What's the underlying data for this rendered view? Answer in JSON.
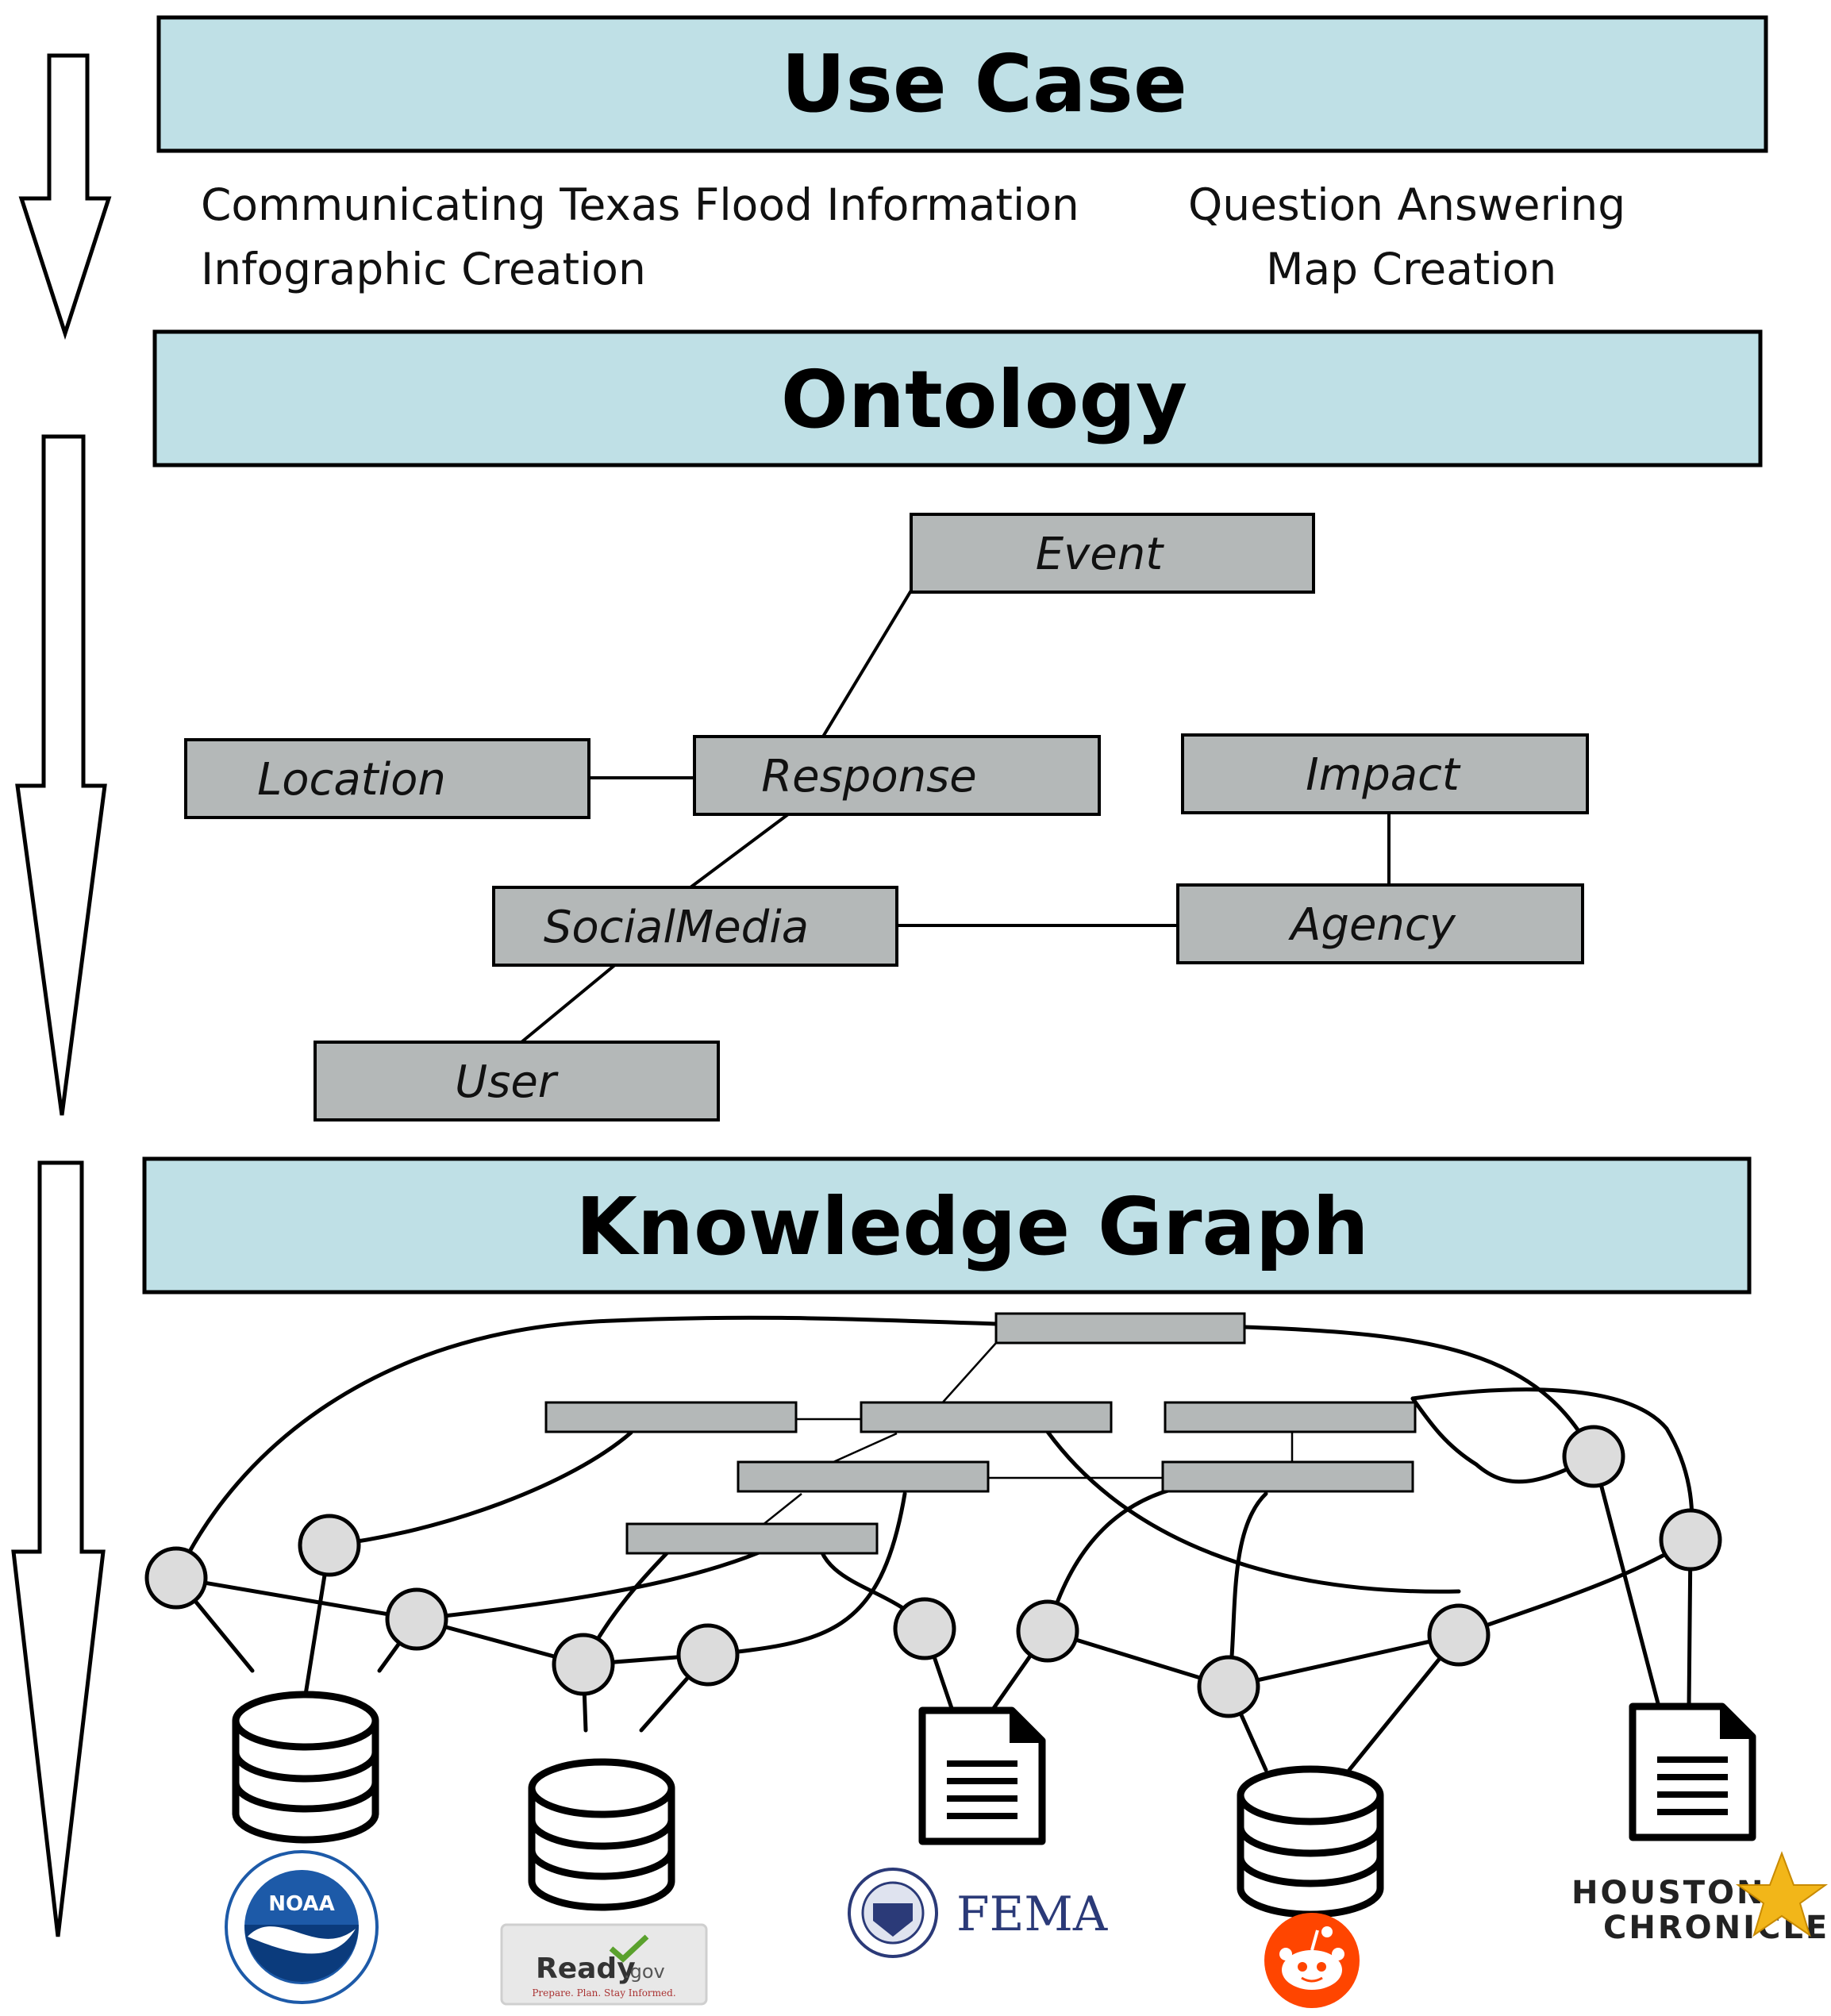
{
  "headers": {
    "use_case": "Use Case",
    "ontology": "Ontology",
    "knowledge_graph": "Knowledge Graph"
  },
  "use_cases": [
    "Communicating Texas Flood Information",
    "Question Answering",
    "Infographic Creation",
    "Map Creation"
  ],
  "ontology_classes": {
    "event": "Event",
    "location": "Location",
    "response": "Response",
    "impact": "Impact",
    "social_media": "SocialMedia",
    "agency": "Agency",
    "user": "User"
  },
  "sources": {
    "noaa": "NOAA",
    "ready": "Ready",
    "ready_suffix": ".gov",
    "ready_tagline": "Prepare. Plan. Stay Informed.",
    "fema": "FEMA",
    "houston_line1": "HOUSTON",
    "houston_line2": "CHRONICLE"
  },
  "colors": {
    "header_fill": "#bfe0e6",
    "class_fill": "#b4b8b8",
    "node_fill": "#dcdcdc",
    "reddit": "#ff4500",
    "noaa_blue": "#1d5aa8",
    "fema_blue": "#2b3a78",
    "star_gold": "#f2b619"
  }
}
